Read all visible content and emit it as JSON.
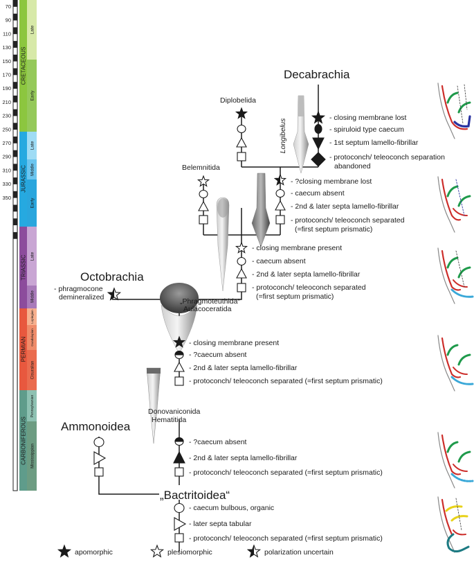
{
  "timescale": {
    "ticks": [
      "70",
      "90",
      "110",
      "130",
      "150",
      "170",
      "190",
      "210",
      "230",
      "250",
      "270",
      "290",
      "310",
      "330",
      "350"
    ],
    "periods": [
      {
        "name": "CRETACEOUS",
        "color": "#8cc63f",
        "epochs": [
          {
            "name": "Late",
            "color": "#d7e9a8"
          },
          {
            "name": "Early",
            "color": "#95c95a"
          }
        ]
      },
      {
        "name": "JURASSIC",
        "color": "#26a9e0",
        "epochs": [
          {
            "name": "Late",
            "color": "#9fdcf5"
          },
          {
            "name": "Middle",
            "color": "#6cc5ef"
          },
          {
            "name": "Early",
            "color": "#2aa6dd"
          }
        ]
      },
      {
        "name": "TRIASSIC",
        "color": "#8c4c9c",
        "epochs": [
          {
            "name": "Late",
            "color": "#c9a6d4"
          },
          {
            "name": "Middle",
            "color": "#a97bba"
          }
        ]
      },
      {
        "name": "PERMIAN",
        "color": "#e8583e",
        "epochs": [
          {
            "name": "Lopingian",
            "color": "#f7b08e"
          },
          {
            "name": "Guadalupian",
            "color": "#ef8c6a"
          },
          {
            "name": "Cisuralian",
            "color": "#ea6c4f"
          }
        ]
      },
      {
        "name": "CARBONIFEROUS",
        "color": "#5f9c8b",
        "epochs": [
          {
            "name": "Pennsylvanian",
            "color": "#8ec1b2"
          },
          {
            "name": "Mississippian",
            "color": "#6d9c82"
          }
        ]
      }
    ]
  },
  "groups": {
    "decabrachia": "Decabrachia",
    "octobrachia": "Octobrachia",
    "ammonoidea": "Ammonoidea",
    "bactritoidea": "„Bactritoidea“",
    "phragmoteuthida": "„Phragmoteuthida“",
    "aulacoceratida": "Aulacoceratida",
    "donovaniconida": "Donovaniconida",
    "hematitida": "Hematitida",
    "diplobelida": "Diplobelida",
    "belemnitida": "Belemnitida",
    "longibelus": "Longibelus"
  },
  "octobrachia_traits": [
    "- phragmocone",
    "demineralized"
  ],
  "trait_blocks": {
    "decabrachia": [
      "- closing membrane lost",
      "- spiruloid type caecum",
      "- 1st septum lamello-fibrillar",
      "- protoconch/ teleoconch separation",
      "abandoned"
    ],
    "longibelus": [
      "- ?closing membrane lost",
      "- caecum absent",
      "- 2nd & later septa lamello-fibrillar",
      "- protoconch/ teleoconch separated",
      "(=first septum prismatic)"
    ],
    "phragmoteuthida": [
      "- closing membrane present",
      "- caecum absent",
      "- 2nd & later septa lamello-fibrillar",
      "- protoconch/ teleoconch separated",
      "(=first septum prismatic)"
    ],
    "aulacoceratida": [
      "- closing membrane present",
      "- ?caecum absent",
      "- 2nd & later septa lamello-fibrillar",
      "- protoconch/ teleoconch separated (=first septum prismatic)"
    ],
    "donovaniconida": [
      "- ?caecum absent",
      "- 2nd & later septa lamello-fibrillar",
      "- protoconch/ teleoconch separated (=first septum prismatic)"
    ],
    "bactritoidea": [
      "- caecum bulbous, organic",
      "- later septa tabular",
      "- protoconch/ teleoconch separated (=first septum prismatic)"
    ]
  },
  "legend": {
    "apomorphic": "apomorphic",
    "plesiomorphic": "plesiomorphic",
    "uncertain": "polarization uncertain"
  },
  "colors": {
    "tree_line": "#1a1a1a",
    "shell_red": "#cc2d2a",
    "siphuncle_green": "#1f9a4b",
    "septum_blue": "#2a33a0",
    "septum_cyan": "#3aa8d8",
    "caecum_yellow": "#e8d21a",
    "caecum_teal": "#1c7a82"
  },
  "icons": [
    "filled-star",
    "open-star",
    "half-star",
    "open-circle",
    "filled-ellipse",
    "half-ellipse",
    "open-triangle",
    "filled-triangle",
    "open-square",
    "filled-diamond"
  ]
}
